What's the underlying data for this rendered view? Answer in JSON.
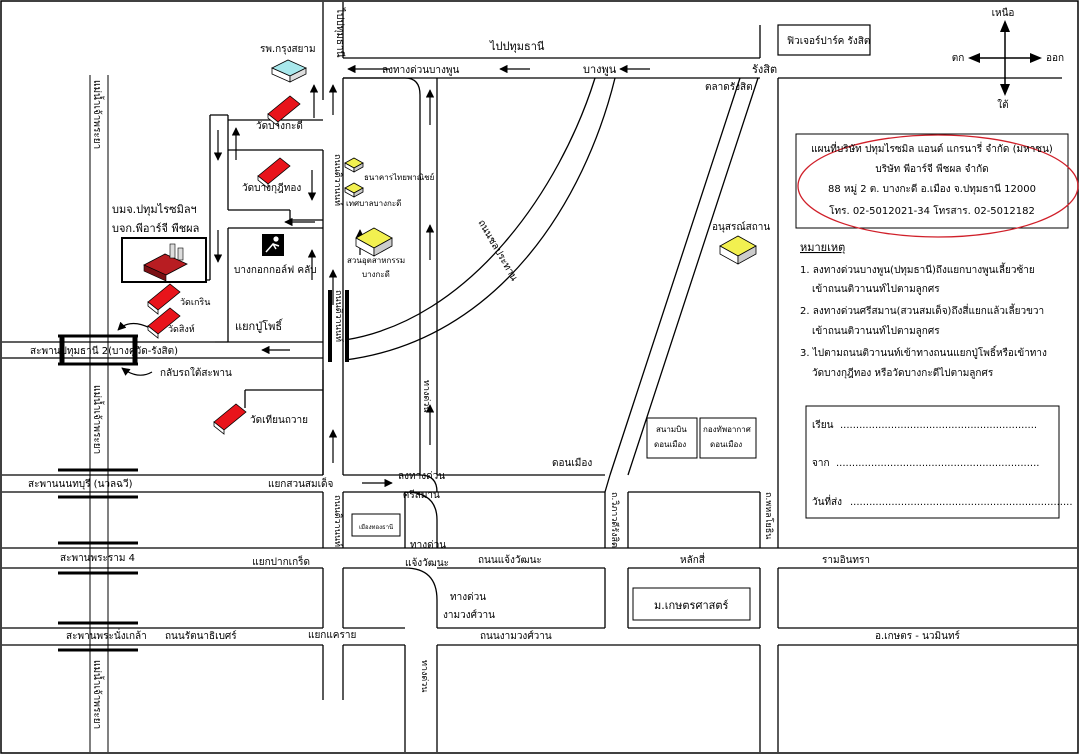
{
  "compass": {
    "north": "เหนือ",
    "south": "ใต้",
    "east": "ออก",
    "west": "ตก"
  },
  "roads": {
    "to_pathum": "ไปปทุมธานี",
    "to_pathum_v": "ไปปทุมธานี",
    "exp_bangphun": "ลงทางด่วนบางพูน",
    "bangphun": "บางพูน",
    "rangsit": "รังสิต",
    "talad_rangsit": "ตลาดรังสิต",
    "tiwanon_1": "ถนนติวานนท์",
    "tiwanon_2": "ถนนติวานนท์",
    "tiwanon_3": "ถนนติวานนท์",
    "chaeng_watthana_rd": "ถนนแจ้งวัฒนะ",
    "ngamwongwan_rd": "ถนนงามวงศ์วาน",
    "ratanathibet": "ถนนรัตนาธิเบศร์",
    "vibhavadi": "ถ.วิภาวดีรังสิต",
    "phahonyothin": "ถ.พหลโยธิน",
    "chonprathan": "ถนนชลประทาน",
    "expressway_1": "ทางด่วน",
    "expressway_2": "ทางด่วน",
    "exp_sansamdet": "ลงทางด่วน",
    "sisaman": "ศรีสมาน",
    "exp_chaeng_1": "ทางด่วน",
    "exp_chaeng_2": "แจ้งวัฒนะ",
    "exp_ngam_1": "ทางด่วน",
    "exp_ngam_2": "งามวงศ์วาน",
    "donmueang": "ดอนเมือง",
    "laksi": "หลักสี่",
    "ramintra": "รามอินทรา",
    "kaset_nawamin": "อ.เกษตร - นวมินทร์",
    "yaek_sansamdet": "แยกสวนสมเด็จ",
    "yaek_pakkret": "แยกปากเกร็ด",
    "yaek_khae_rai": "แยกแคราย",
    "yaek_pu_phothi": "แยกปู่โพธิ์",
    "return_under_bridge": "กลับรถใต้สะพาน"
  },
  "bridges": {
    "pathum": "สะพานปทุมธานี 2(บางคูวัด-รังสิต)",
    "nonthaburi": "สะพานนนทบุรี (นวลฉวี)",
    "rama4": "สะพานพระราม 4",
    "pinklao": "สะพานพระนั่งเกล้า"
  },
  "river": {
    "label": "แม่น้ำเจ้าพระยา"
  },
  "places": {
    "hospital": "รพ.กรุงสยาม",
    "wat_bangkadi": "วัดบางกะดี",
    "wat_bangkuthong": "วัดบางกุฎีทอง",
    "factory_1": "บมจ.ปทุมไรซมิลฯ",
    "factory_2": "บจก.พีอาร์จี พืชผล",
    "wat_kriin": "วัดเกริน",
    "wat_sing": "วัดสิงห์",
    "wat_thian": "วัดเทียนถวาย",
    "golf": "บางกอกกอล์ฟ คลับ",
    "bank": "ธนาคารไทยพาณิชย์",
    "tessaban": "เทศบาลบางกะดี",
    "industrial_park_1": "สวนอุตสาหกรรม",
    "industrial_park_2": "บางกะดี",
    "future_park": "ฟิวเจอร์ปาร์ค รังสิต",
    "anusorn": "อนุสรณ์สถาน",
    "airport_1": "สนามบิน",
    "airport_2": "ดอนเมือง",
    "airforce_1": "กองทัพอากาศ",
    "airforce_2": "ดอนเมือง",
    "mueang_thong": "เมืองทองธานี",
    "kasetsart": "ม.เกษตรศาสตร์"
  },
  "company": {
    "line1": "แผนที่บริษัท ปทุมไรซมิล แอนด์ แกรนารี่ จำกัด (มหาชน)",
    "line2": "บริษัท พีอาร์จี พืชผล จำกัด",
    "line3": "88 หมู่ 2 ต. บางกะดี อ.เมือง จ.ปทุมธานี 12000",
    "line4": "โทร. 02-5012021-34   โทรสาร. 02-5012182"
  },
  "notes": {
    "title": "หมายเหตุ",
    "n1a": "1. ลงทางด่วนบางพูน(ปทุมธานี)ถึงแยกบางพูนเลี้ยวซ้าย",
    "n1b": "เข้าถนนติวานนท์ไปตามลูกศร",
    "n2a": "2. ลงทางด่วนศรีสมาน(สวนสมเด็จ)ถึงสี่แยกแล้วเลี้ยวขวา",
    "n2b": "เข้าถนนติวานนท์ไปตามลูกศร",
    "n3a": "3. ไปตามถนนติวานนท์เข้าทางถนนแยกปู่โพธิ์หรือเข้าทาง",
    "n3b": "วัดบางกุฎีทอง หรือวัดบางกะดีไปตามลูกศร"
  },
  "form": {
    "to": "เรียน",
    "from": "จาก",
    "date": "วันที่ส่ง",
    "dots1": "..............................................................",
    "dots2": "................................................................",
    "dots3": "......................................................................"
  },
  "colors": {
    "temple_roof": "#e8141b",
    "building_top": "#f2f050",
    "hospital_top": "#a8e8ec",
    "oval": "#d0202a"
  }
}
